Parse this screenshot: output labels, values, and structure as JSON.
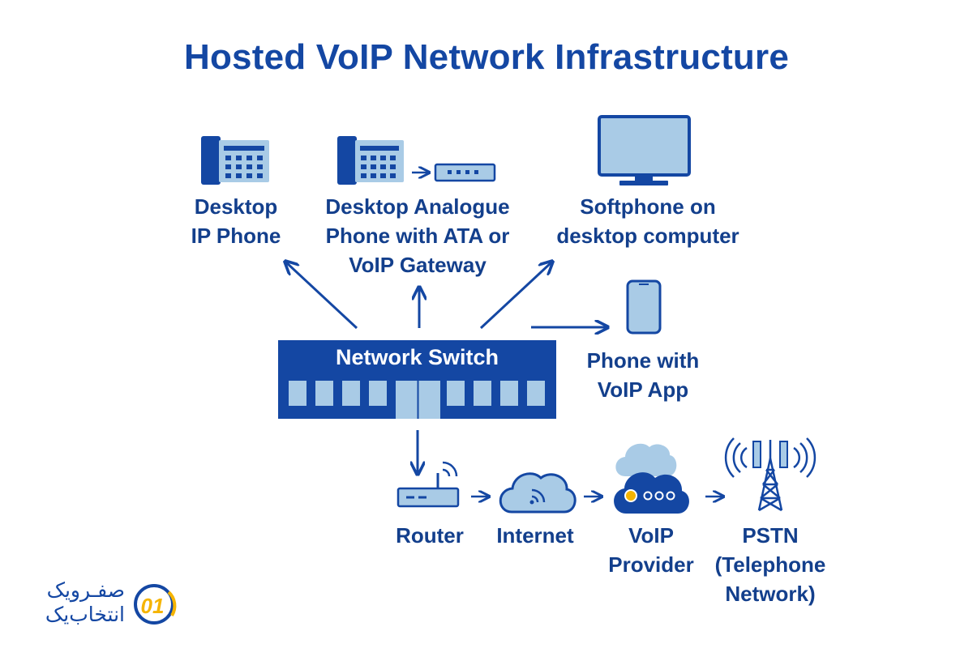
{
  "title": "Hosted VoIP Network Infrastructure",
  "colors": {
    "primary": "#1447a3",
    "light": "#a9cbe6",
    "text": "#133f8c",
    "accent": "#f5b400"
  },
  "nodes": {
    "desktop_ip_phone": [
      "Desktop",
      "IP Phone"
    ],
    "analogue_phone": [
      "Desktop Analogue",
      "Phone with ATA or",
      "VoIP Gateway"
    ],
    "softphone": [
      "Softphone on",
      "desktop computer"
    ],
    "mobile_app": [
      "Phone with",
      "VoIP App"
    ],
    "switch": "Network Switch",
    "router": "Router",
    "internet": "Internet",
    "provider": [
      "VoIP",
      "Provider"
    ],
    "pstn": [
      "PSTN",
      "(Telephone",
      "Network)"
    ]
  },
  "logo": {
    "line1": "صفـرویک",
    "line2": "انتخاب‌یک",
    "mark": "01"
  }
}
